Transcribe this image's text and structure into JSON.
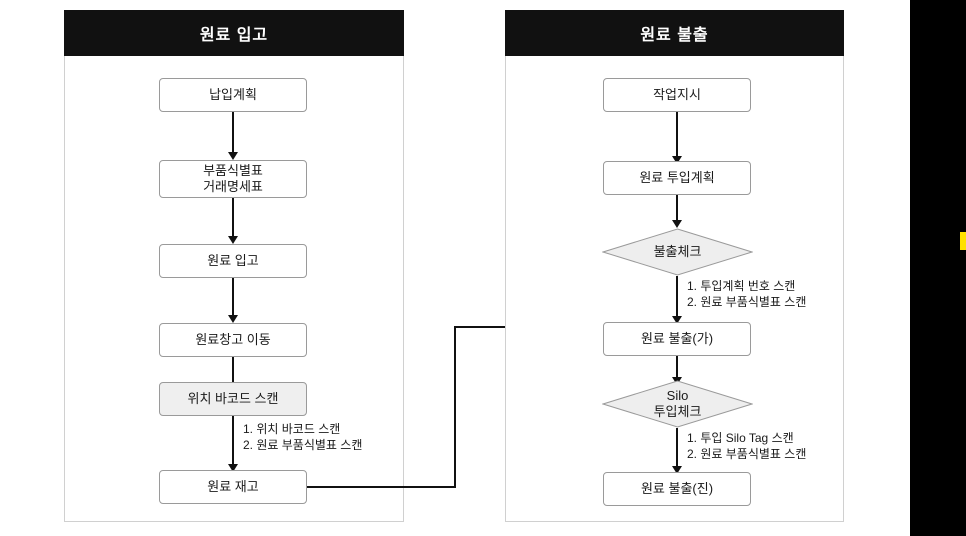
{
  "diagram": {
    "title_left": "원료 입고",
    "title_right": "원료 불출",
    "colors": {
      "header_bg": "#111111",
      "header_text": "#ffffff",
      "node_border": "#9a9a9a",
      "node_fill": "#ffffff",
      "node_fill_shaded": "#efefef",
      "connector": "#111111",
      "panel_border": "#d0d0d0",
      "marker_yellow": "#ffe000"
    }
  },
  "left_panel": {
    "header": "원료 입고",
    "nodes": [
      {
        "id": "l1",
        "label": "납입계획",
        "shape": "box",
        "shaded": false
      },
      {
        "id": "l2",
        "label": "부품식별표\n거래명세표",
        "shape": "box",
        "shaded": false
      },
      {
        "id": "l3",
        "label": "원료 입고",
        "shape": "box",
        "shaded": false
      },
      {
        "id": "l4",
        "label": "원료창고 이동",
        "shape": "box",
        "shaded": false
      },
      {
        "id": "l5",
        "label": "위치 바코드 스캔",
        "shape": "box",
        "shaded": true
      },
      {
        "id": "l6",
        "label": "원료 재고",
        "shape": "box",
        "shaded": false
      }
    ],
    "annotations": [
      {
        "id": "la1",
        "text": "1. 위치 바코드 스캔\n2. 원료 부품식별표 스캔"
      }
    ]
  },
  "right_panel": {
    "header": "원료 불출",
    "nodes": [
      {
        "id": "r1",
        "label": "작업지시",
        "shape": "box",
        "shaded": false
      },
      {
        "id": "r2",
        "label": "원료 투입계획",
        "shape": "box",
        "shaded": false
      },
      {
        "id": "r3",
        "label": "불출체크",
        "shape": "diamond",
        "shaded": true
      },
      {
        "id": "r4",
        "label": "원료 불출(가)",
        "shape": "box",
        "shaded": false
      },
      {
        "id": "r5",
        "label": "Silo\n투입체크",
        "shape": "diamond",
        "shaded": true
      },
      {
        "id": "r6",
        "label": "원료 불출(진)",
        "shape": "box",
        "shaded": false
      }
    ],
    "annotations": [
      {
        "id": "ra1",
        "text": "1. 투입계획 번호 스캔\n2. 원료 부품식별표 스캔"
      },
      {
        "id": "ra2",
        "text": "1. 투입 Silo Tag 스캔\n2. 원료 부품식별표 스캔"
      }
    ]
  },
  "cross_link": {
    "from": "원료 재고",
    "to": "원료 불출(가)"
  }
}
